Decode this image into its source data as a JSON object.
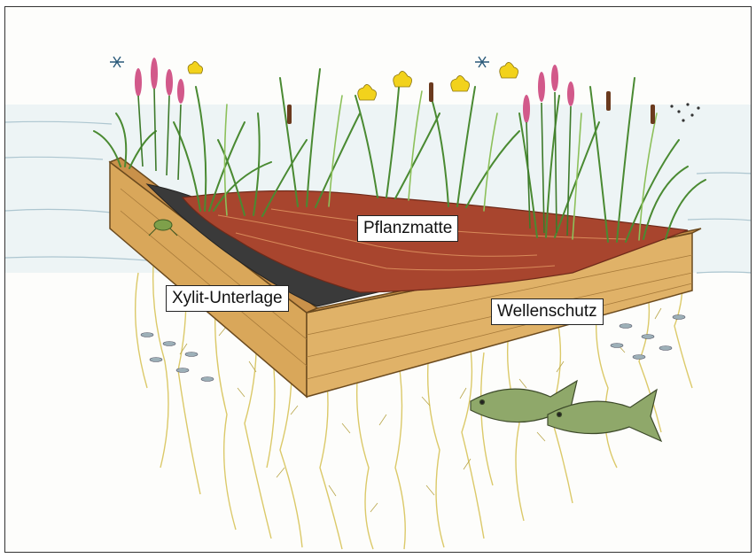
{
  "labels": {
    "planting_mat": "Pflanzmatte",
    "xylit_base": "Xylit-Unterlage",
    "wave_protection": "Wellenschutz"
  },
  "colors": {
    "water": "#cfe3ea",
    "wood_frame": "#d9a75a",
    "planting_mat": "#a8452e",
    "xylit_base": "#3a3a3a",
    "roots": "#d8c45a",
    "plants": "#5aa03c",
    "iris_flower": "#f2d21c",
    "loosestrife_flower": "#d2598a",
    "fish": "#8fa86a"
  }
}
